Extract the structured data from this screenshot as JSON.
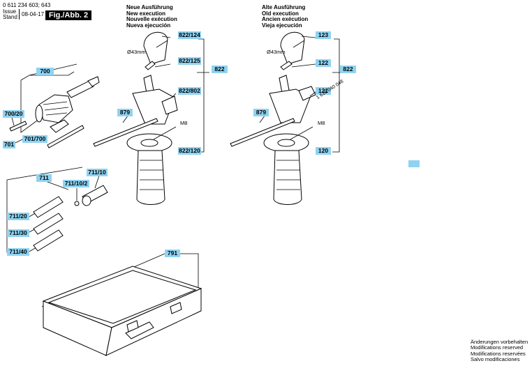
{
  "header": {
    "part_number": "0 611 234 603; 643",
    "issue_label": "Issue",
    "stand_label": "Stand",
    "date": "08-04-17",
    "figure_label": "Fig./Abb. 2"
  },
  "columns": {
    "new": [
      "Neue Ausführung",
      "New execution",
      "Nouvelle exécution",
      "Nueva ejecución"
    ],
    "old": [
      "Alte Ausführung",
      "Old execution",
      "Ancien exécution",
      "Vieja ejecución"
    ]
  },
  "labels": {
    "l700": "700",
    "l700_20": "700/20",
    "l701": "701",
    "l701_700": "701/700",
    "l711": "711",
    "l711_10": "711/10",
    "l711_10_2": "711/10/2",
    "l711_20": "711/20",
    "l711_30": "711/30",
    "l711_40": "711/40",
    "l791": "791",
    "n822_124": "822/124",
    "n822_125": "822/125",
    "n822": "822",
    "n822_802": "822/802",
    "n879": "879",
    "n822_120": "822/120",
    "o123": "123",
    "o122": "122",
    "o822": "822",
    "o121": "121",
    "o879": "879",
    "o120": "120"
  },
  "annotations": {
    "diam_new": "Ø43mm",
    "diam_old": "Ø43mm",
    "m8_new": "M8",
    "m8_old": "M8",
    "old_ref": "1 616 040 048"
  },
  "footnote": [
    "Änderungen vorbehalten",
    "Modifications reserved",
    "Modifications reservées",
    "Salvo modificaciones"
  ],
  "colors": {
    "label_fill": "#8fd3f2",
    "badge": "#000000"
  }
}
